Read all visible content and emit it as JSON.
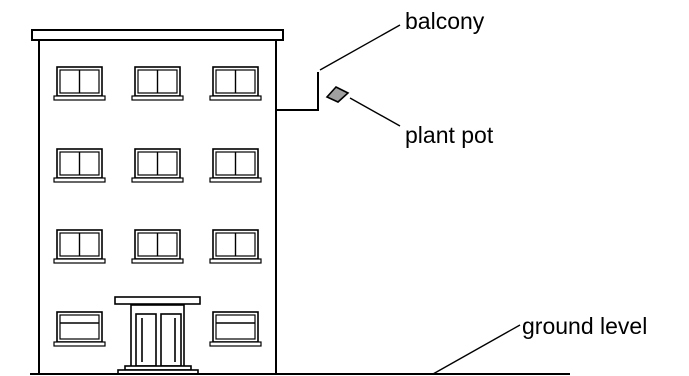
{
  "labels": {
    "balcony": "balcony",
    "plant_pot": "plant pot",
    "ground_level": "ground level"
  },
  "colors": {
    "line": "#000000",
    "pot_fill": "#a0a0a0",
    "background": "#ffffff"
  }
}
